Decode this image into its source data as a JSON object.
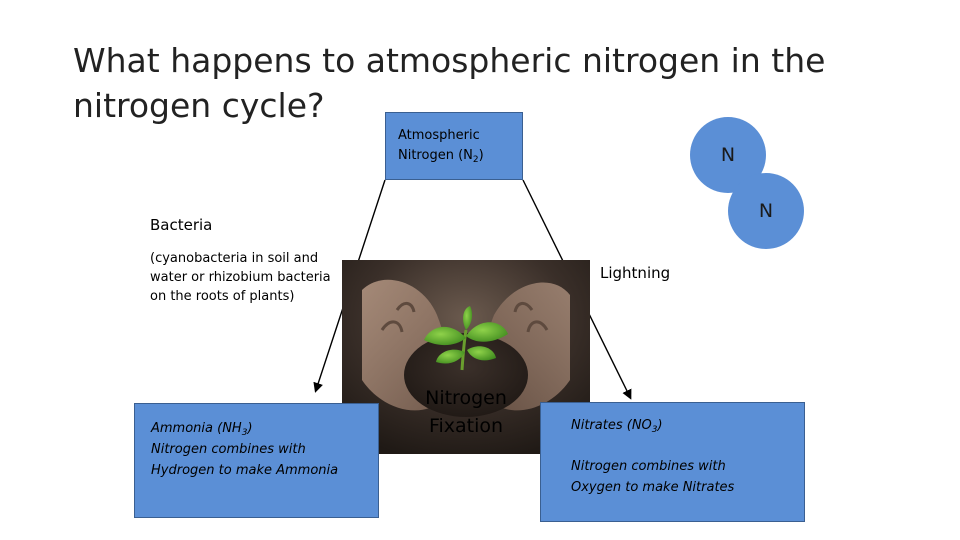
{
  "slide": {
    "title": "What happens to atmospheric nitrogen in the nitrogen cycle?"
  },
  "atmospheric_box": {
    "line1": "Atmospheric",
    "line2_prefix": "Nitrogen (N",
    "line2_sub": "2",
    "line2_suffix": ")"
  },
  "circles": [
    {
      "label": "N"
    },
    {
      "label": "N"
    }
  ],
  "bacteria": {
    "label": "Bacteria",
    "description": "(cyanobacteria in soil and water or rhizobium bacteria on the roots of plants)"
  },
  "lightning": {
    "label": "Lightning"
  },
  "center": {
    "fixation_line1": "Nitrogen",
    "fixation_line2": "Fixation"
  },
  "ammonia_box": {
    "line1_prefix": "Ammonia (NH",
    "line1_sub": "3",
    "line1_suffix": ")",
    "line2": "Nitrogen combines with",
    "line3": "Hydrogen to make Ammonia"
  },
  "nitrates_box": {
    "line1_prefix": "Nitrates (NO",
    "line1_sub": "3",
    "line1_suffix": ")",
    "line2": "Nitrogen combines with",
    "line3": "Oxygen to make Nitrates"
  },
  "colors": {
    "box_fill": "#5b8fd6",
    "box_border": "#3a5f91",
    "arrow": "#000000"
  }
}
